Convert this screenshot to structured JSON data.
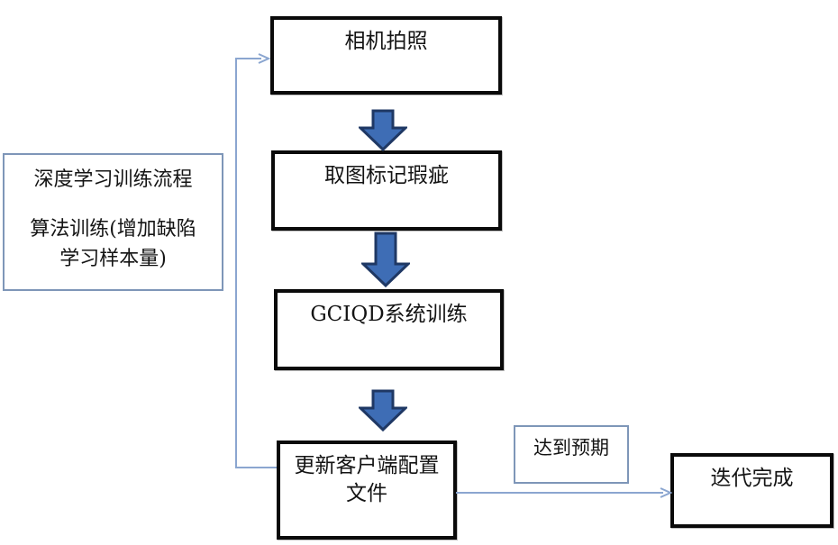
{
  "diagram": {
    "type": "flowchart",
    "background": "#ffffff",
    "colors": {
      "step_border": "#0a0a0a",
      "note_border": "#7e96b8",
      "block_arrow_fill": "#3e6db5",
      "block_arrow_stroke": "#1f3864",
      "connector": "#8ba6d0",
      "text": "#141414"
    },
    "side_note": {
      "lines": [
        "深度学习训练流程",
        "算法训练(增加缺陷",
        "学习样本量)"
      ]
    },
    "steps": [
      {
        "id": "camera",
        "label": "相机拍照"
      },
      {
        "id": "mark",
        "label": "取图标记瑕疵"
      },
      {
        "id": "train",
        "label": "GCIQD系统训练"
      },
      {
        "id": "update",
        "lines": [
          "更新客户端配置",
          "文件"
        ]
      }
    ],
    "branch_label": "达到预期",
    "end_step": {
      "label": "迭代完成"
    },
    "edges": [
      "camera -> mark",
      "mark -> train",
      "train -> update",
      "update -> camera (feedback loop)",
      "update -> end (达到预期)"
    ]
  }
}
